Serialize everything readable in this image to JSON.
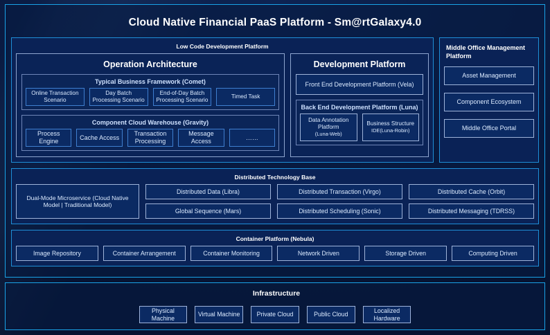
{
  "title": "Cloud Native Financial PaaS Platform - Sm@rtGalaxy4.0",
  "low_code": {
    "section_title": "Low Code Development Platform",
    "operation_architecture": {
      "heading": "Operation Architecture",
      "comet": {
        "title": "Typical Business Framework (Comet)",
        "boxes": [
          "Online Transaction Scenario",
          "Day Batch Processing Scenario",
          "End-of-Day Batch Processing Scenario",
          "Timed Task"
        ]
      },
      "gravity": {
        "title": "Component Cloud Warehouse (Gravity)",
        "boxes": [
          "Process Engine",
          "Cache Access",
          "Transaction Processing",
          "Message Access",
          "……"
        ]
      }
    },
    "development_platform": {
      "heading": "Development Platform",
      "front_end": "Front End Development Platform (Vela)",
      "back_end": {
        "title": "Back End Development Platform (Luna)",
        "boxes": [
          {
            "name": "Data Annotation Platform",
            "detail": "(Luna-Web)"
          },
          {
            "name": "Business Structure",
            "detail": "IDE(Luna-Robin)"
          }
        ]
      }
    }
  },
  "middle_office": {
    "title": "Middle Office Management Platform",
    "boxes": [
      "Asset Management",
      "Component Ecosystem",
      "Middle Office Portal"
    ]
  },
  "distributed_technology_base": {
    "section_title": "Distributed Technology Base",
    "primary": "Dual-Mode Microservice (Cloud Native Model | Traditional Model)",
    "columns": [
      [
        "Distributed Data (Libra)",
        "Global Sequence (Mars)"
      ],
      [
        "Distributed Transaction (Virgo)",
        "Distributed Scheduling (Sonic)"
      ],
      [
        "Distributed Cache (Orbit)",
        "Distributed Messaging (TDRSS)"
      ]
    ]
  },
  "container_platform": {
    "section_title": "Container Platform (Nebula)",
    "boxes": [
      "Image Repository",
      "Container Arrangement",
      "Container Monitoring",
      "Network Driven",
      "Storage Driven",
      "Computing Driven"
    ]
  },
  "infrastructure": {
    "label": "Infrastructure",
    "boxes": [
      "Physical Machine",
      "Virtual Machine",
      "Private Cloud",
      "Public Cloud",
      "Localized Hardware"
    ]
  },
  "colors": {
    "accent": "#19a3e8",
    "panel_border": "#8fa6cf",
    "box_border": "#3f7fd0",
    "background": "#08183c"
  }
}
